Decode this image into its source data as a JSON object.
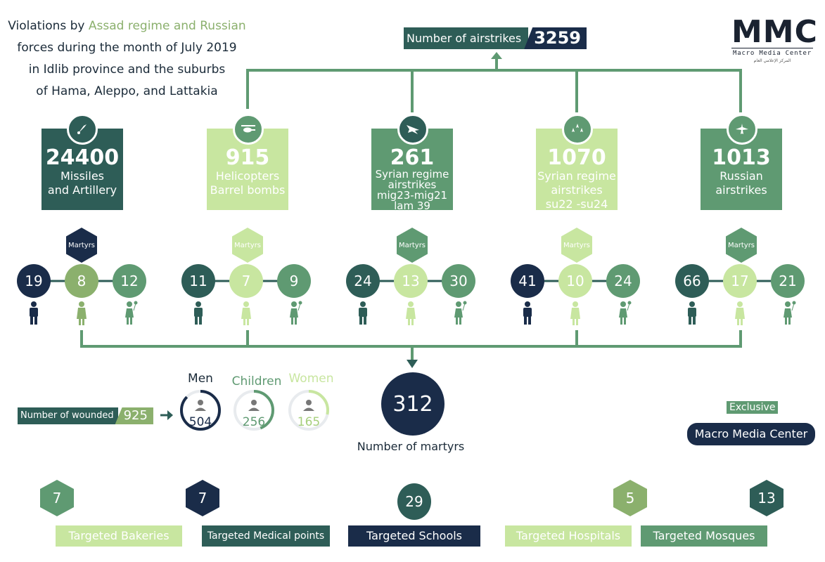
{
  "title": {
    "line1_a": "Violations by ",
    "line1_accent": "Assad regime and Russian",
    "line2": "forces during the month of July 2019",
    "line3": "in Idlib province and the suburbs",
    "line4": "of Hama, Aleppo, and Lattakia"
  },
  "airstrikes": {
    "label": "Number of airstrikes",
    "value": "3259"
  },
  "logo": {
    "mark": "MMC",
    "name": "Macro Media Center",
    "arabic": "المركز الإعلامي العام"
  },
  "colors": {
    "dark_teal": "#2e5d57",
    "navy": "#1a2c49",
    "light_green": "#c8e6a0",
    "mid_green": "#8bb06d",
    "sea_green": "#5f9a72"
  },
  "cards": [
    {
      "value": "24400",
      "desc1": "Missiles",
      "desc2": "and Artillery",
      "desc3": "",
      "icon": "rocket-icon",
      "martyrs_label": "Martyrs",
      "men": "19",
      "women": "8",
      "children": "12"
    },
    {
      "value": "915",
      "desc1": "Helicopters",
      "desc2": "Barrel bombs",
      "desc3": "",
      "icon": "helicopter-icon",
      "martyrs_label": "Martyrs",
      "men": "11",
      "women": "7",
      "children": "9"
    },
    {
      "value": "261",
      "desc1": "Syrian regime",
      "desc2": "airstrikes",
      "desc3": "mig23-mig21",
      "desc4": "lam 39",
      "icon": "jet-icon",
      "martyrs_label": "Martyrs",
      "men": "24",
      "women": "13",
      "children": "30"
    },
    {
      "value": "1070",
      "desc1": "Syrian regime",
      "desc2": "airstrikes",
      "desc3": "su22 -su24",
      "icon": "jet-formation-icon",
      "martyrs_label": "Martyrs",
      "men": "41",
      "women": "10",
      "children": "24"
    },
    {
      "value": "1013",
      "desc1": "Russian",
      "desc2": "airstrikes",
      "desc3": "",
      "icon": "bomber-icon",
      "martyrs_label": "Martyrs",
      "men": "66",
      "women": "17",
      "children": "21"
    }
  ],
  "wounded": {
    "label": "Number of wounded",
    "value": "925",
    "men_label": "Men",
    "men": "504",
    "men_fraction": 0.545,
    "children_label": "Children",
    "children": "256",
    "children_fraction": 0.277,
    "women_label": "Women",
    "women": "165",
    "women_fraction": 0.178
  },
  "martyrs_total": {
    "value": "312",
    "label": "Number of martyrs"
  },
  "exclusive": {
    "label": "Exclusive",
    "org": "Macro Media Center"
  },
  "targets": [
    {
      "value": "7",
      "label": "Targeted Bakeries"
    },
    {
      "value": "7",
      "label": "Targeted Medical points"
    },
    {
      "value": "29",
      "label": "Targeted Schools"
    },
    {
      "value": "5",
      "label": "Targeted Hospitals"
    },
    {
      "value": "13",
      "label": "Targeted Mosques"
    }
  ]
}
